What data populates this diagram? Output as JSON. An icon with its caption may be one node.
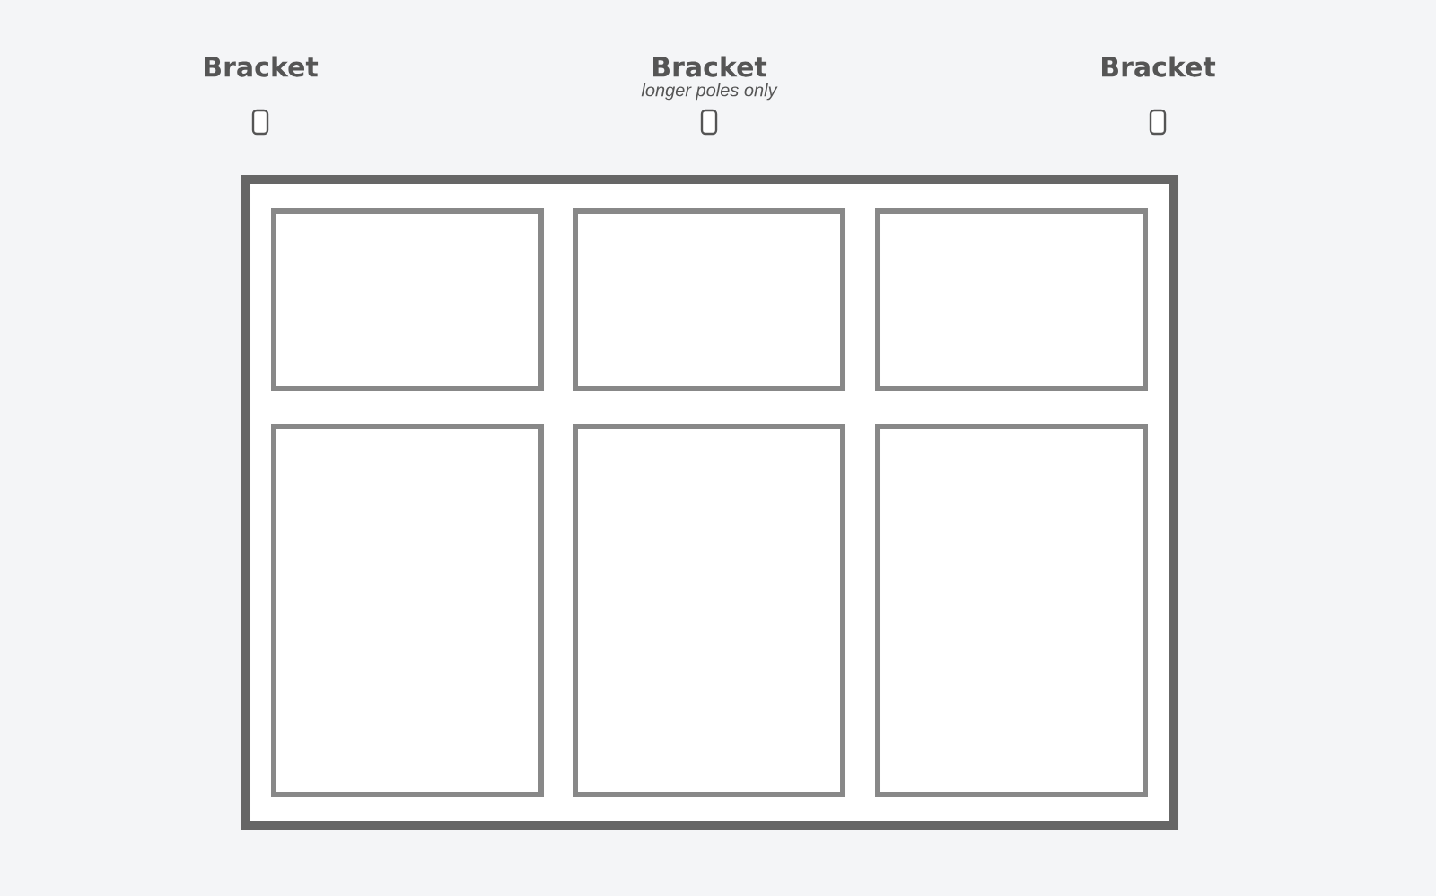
{
  "diagram": {
    "nodes": [
      {
        "text": [],
        "shape": "bracket",
        "beside": [
          "Bracket"
        ]
      },
      {
        "text": [],
        "shape": "bracket",
        "beside": [
          "Bracket",
          "longer poles only"
        ]
      },
      {
        "text": [],
        "shape": "bracket",
        "beside": [
          "Bracket"
        ]
      },
      {
        "text": [],
        "shape": "frame"
      },
      {
        "text": [],
        "shape": "box",
        "in": 3
      },
      {
        "text": [],
        "shape": "box",
        "in": 3
      },
      {
        "text": [],
        "shape": "box",
        "in": 3
      },
      {
        "text": [],
        "shape": "box",
        "in": 3
      },
      {
        "text": [],
        "shape": "box",
        "in": 3
      },
      {
        "text": [],
        "shape": "box",
        "in": 3
      }
    ]
  }
}
